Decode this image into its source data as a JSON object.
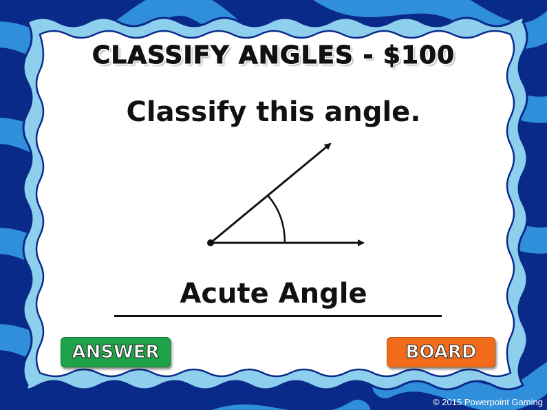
{
  "slide": {
    "title": "CLASSIFY ANGLES - $100",
    "question": "Classify this angle.",
    "answer": "Acute Angle",
    "copyright": "© 2015 Powerpoint Gaming"
  },
  "buttons": {
    "answer_label": "ANSWER",
    "board_label": "BOARD"
  },
  "colors": {
    "background_dark": "#0a2a8a",
    "wave_light": "#3aa0e0",
    "frame_border": "#8ecfee",
    "card": "#ffffff",
    "answer_button": "#1fa34a",
    "board_button": "#f26b1a"
  },
  "icons": {
    "angle": "acute-angle-diagram"
  }
}
